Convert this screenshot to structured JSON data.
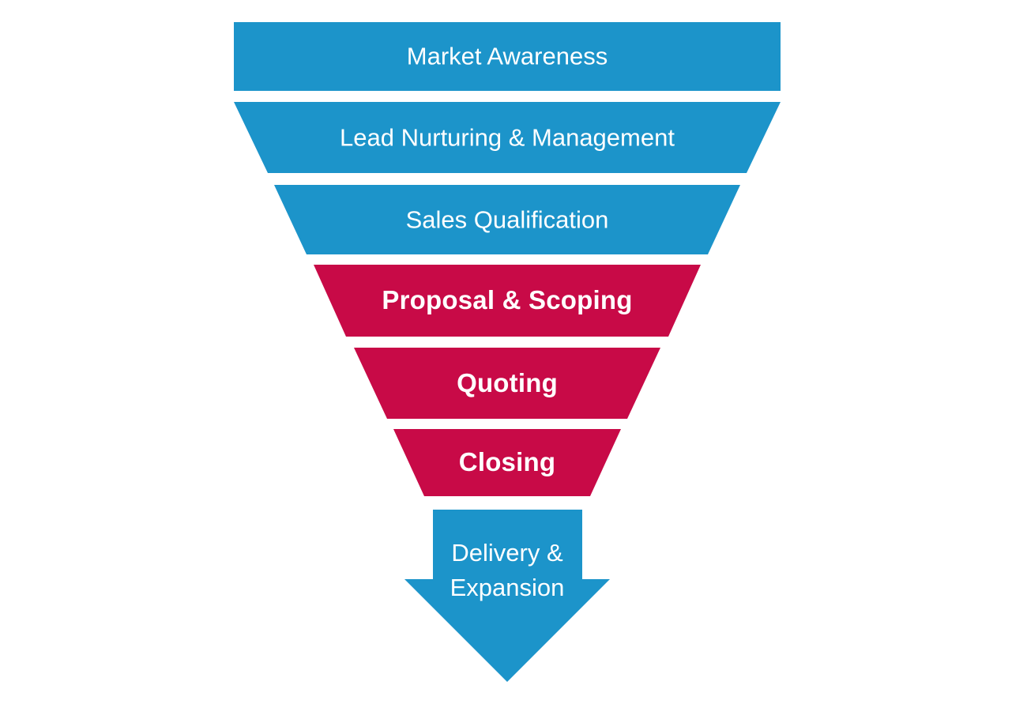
{
  "diagram": {
    "type": "funnel",
    "background_color": "#ffffff",
    "label_text_color": "#ffffff",
    "accent_blue": "#1c94ca",
    "accent_red": "#c80a47"
  },
  "stages": [
    {
      "label": "Market Awareness",
      "color": "#1c94ca"
    },
    {
      "label": "Lead Nurturing & Management",
      "color": "#1c94ca"
    },
    {
      "label": "Sales Qualification",
      "color": "#1c94ca"
    },
    {
      "label": "Proposal & Scoping",
      "color": "#c80a47"
    },
    {
      "label": "Quoting",
      "color": "#c80a47"
    },
    {
      "label": "Closing",
      "color": "#c80a47"
    },
    {
      "label": "Delivery &\nExpansion",
      "color": "#1c94ca"
    }
  ]
}
